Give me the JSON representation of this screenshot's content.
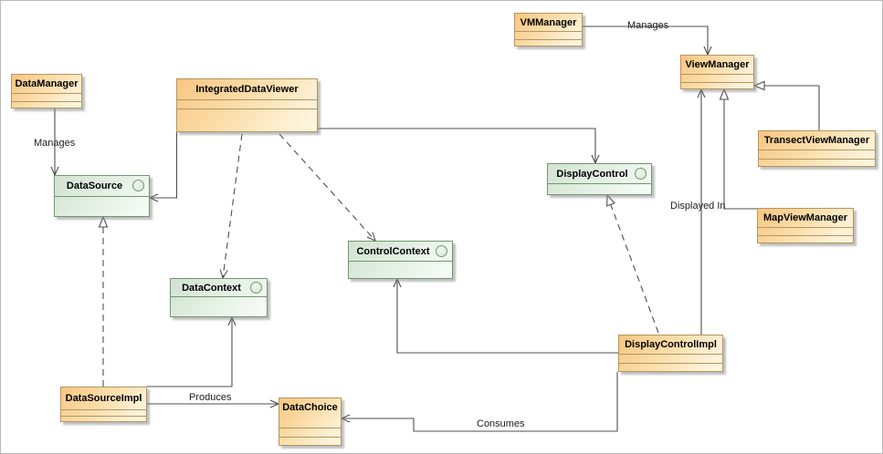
{
  "diagram": {
    "title": "UML class diagram",
    "palette": {
      "class_fill_start": "#f8c581",
      "class_fill_end": "#fdf6e1",
      "class_border": "#b39662",
      "interface_fill_start": "#d0e2d0",
      "interface_fill_end": "#f8fbf8",
      "interface_border": "#71966f",
      "edge_color": "#4f4f4f",
      "background": "#ffffff"
    },
    "nodes": [
      {
        "label": "DataManager",
        "kind": "class"
      },
      {
        "label": "IntegratedDataViewer",
        "kind": "class"
      },
      {
        "label": "VMManager",
        "kind": "class"
      },
      {
        "label": "ViewManager",
        "kind": "class"
      },
      {
        "label": "TransectViewManager",
        "kind": "class"
      },
      {
        "label": "MapViewManager",
        "kind": "class"
      },
      {
        "label": "DataSource",
        "kind": "interface",
        "icon": "interface-circle-icon"
      },
      {
        "label": "DisplayControl",
        "kind": "interface",
        "icon": "interface-circle-icon"
      },
      {
        "label": "ControlContext",
        "kind": "interface",
        "icon": "interface-circle-icon"
      },
      {
        "label": "DataContext",
        "kind": "interface",
        "icon": "interface-circle-icon"
      },
      {
        "label": "DisplayControlImpl",
        "kind": "class"
      },
      {
        "label": "DataSourceImpl",
        "kind": "class"
      },
      {
        "label": "DataChoice",
        "kind": "class"
      }
    ],
    "edge_labels": {
      "manages_left": "Manages",
      "manages_top": "Manages",
      "displayed_in": "Displayed In",
      "produces": "Produces",
      "consumes": "Consumes"
    },
    "edges": [
      {
        "from": "DataManager",
        "to": "DataSource",
        "type": "association",
        "label": "Manages"
      },
      {
        "from": "IntegratedDataViewer",
        "to": "DataSource",
        "type": "association"
      },
      {
        "from": "IntegratedDataViewer",
        "to": "DisplayControl",
        "type": "association"
      },
      {
        "from": "IntegratedDataViewer",
        "to": "DataContext",
        "type": "dependency"
      },
      {
        "from": "IntegratedDataViewer",
        "to": "ControlContext",
        "type": "dependency"
      },
      {
        "from": "VMManager",
        "to": "ViewManager",
        "type": "association",
        "label": "Manages"
      },
      {
        "from": "TransectViewManager",
        "to": "ViewManager",
        "type": "generalization"
      },
      {
        "from": "MapViewManager",
        "to": "ViewManager",
        "type": "generalization"
      },
      {
        "from": "DisplayControlImpl",
        "to": "ViewManager",
        "type": "association",
        "label": "Displayed In"
      },
      {
        "from": "DisplayControlImpl",
        "to": "DisplayControl",
        "type": "realization"
      },
      {
        "from": "DataSourceImpl",
        "to": "DataSource",
        "type": "realization"
      },
      {
        "from": "DataSourceImpl",
        "to": "DataContext",
        "type": "association"
      },
      {
        "from": "DataSourceImpl",
        "to": "DataChoice",
        "type": "association",
        "label": "Produces"
      },
      {
        "from": "DisplayControlImpl",
        "to": "DataChoice",
        "type": "association",
        "label": "Consumes"
      },
      {
        "from": "DisplayControlImpl",
        "to": "ControlContext",
        "type": "association"
      }
    ]
  }
}
